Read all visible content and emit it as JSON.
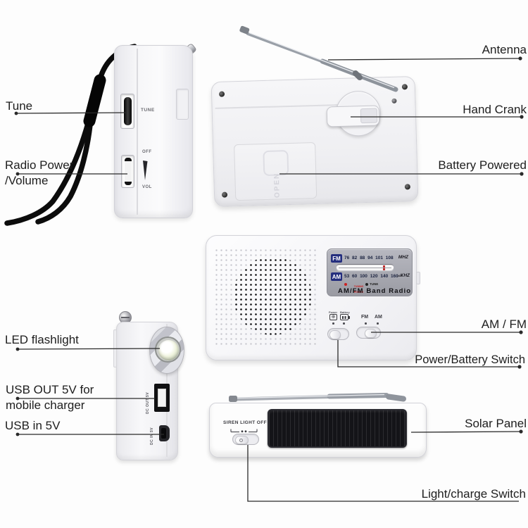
{
  "callouts": {
    "tune": "Tune",
    "radio_power": [
      "Radio Power",
      "/Volume"
    ],
    "led_flashlight": "LED flashlight",
    "usb_out": [
      "USB OUT 5V for",
      "mobile charger"
    ],
    "usb_in": "USB in 5V",
    "antenna": "Antenna",
    "hand_crank": "Hand Crank",
    "battery_powered": "Battery Powered",
    "am_fm": "AM / FM",
    "power_battery_switch": "Power/Battery Switch",
    "solar_panel": "Solar Panel",
    "light_charge_switch": "Light/charge Switch"
  },
  "side_view": {
    "tune": "TUNE",
    "off": "OFF",
    "vol": "VOL"
  },
  "back_view": {
    "battery_door": "OPEN"
  },
  "front_view": {
    "fm_badge": "FM",
    "fm_scale": "76 82 88 94 101 108",
    "fm_unit": "MHZ",
    "am_badge": "AM",
    "am_scale": "53 60 100 120 140 160",
    "am_unit_prefix": "x10",
    "am_unit": "KHZ",
    "power_indicator": [
      "TUNING",
      "POWER"
    ],
    "tune_indicator": "TUNE",
    "band_title": "AM/FM Band Radio",
    "power_label": "Power",
    "battery_label": "Battery",
    "fm_switch_label": "FM",
    "am_switch_label": "AM"
  },
  "flashlight_view": {
    "usb_out_port": "DC OUT 5V",
    "usb_in_port": "DC IN 5V"
  },
  "bottom_view": {
    "switch_positions": "SIREN LIGHT OFF"
  },
  "colors": {
    "badge_blue": "#242e7e",
    "needle_red": "#c03030",
    "indicator_red": "#cc2222",
    "body_white": "#f5f5f7",
    "dial_gray": "#a9aab2",
    "solar_black": "#141418",
    "callout_line": "#2a2a2a",
    "label_text": "#1e1e1e"
  }
}
